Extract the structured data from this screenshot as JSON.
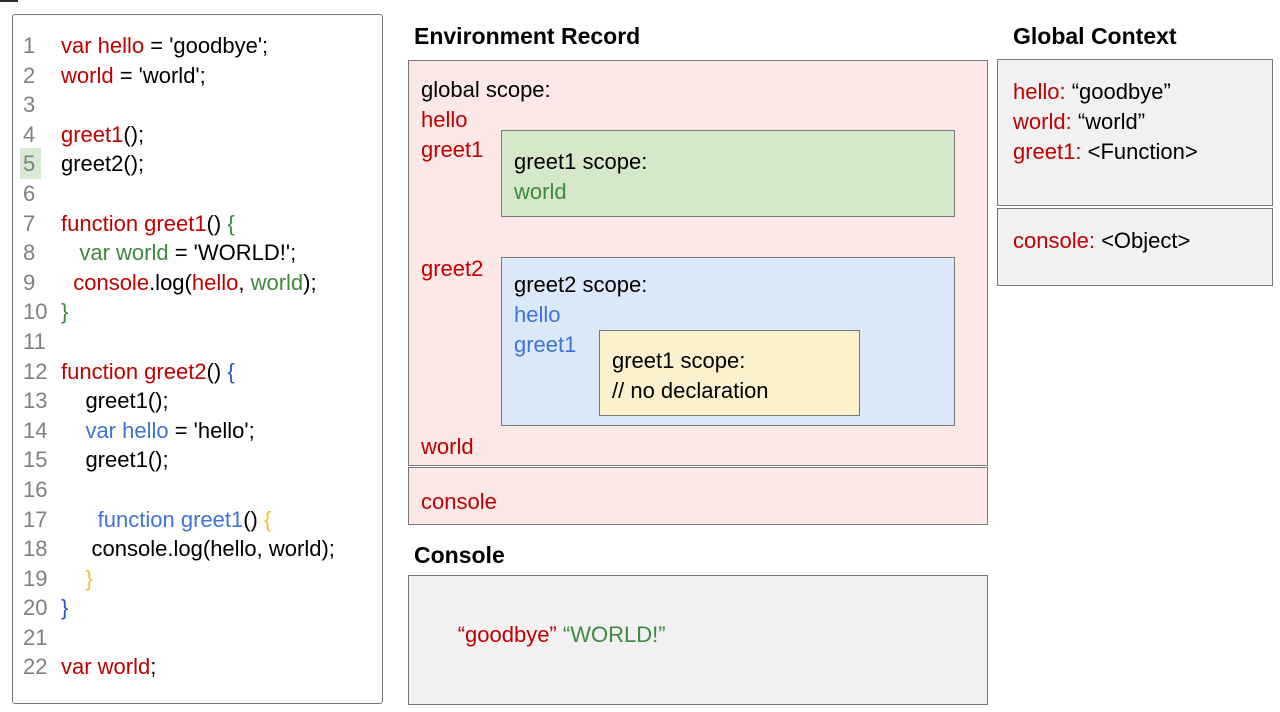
{
  "palette": {
    "red": "#c00000",
    "green": "#3c8a3c",
    "blue": "#3e74d8",
    "blue_brace": "#2a52c8",
    "gold": "#f1c232",
    "code_black": "#000000",
    "line_number_gray": "#808080",
    "line_highlight": "#d9ead3",
    "pink_bg": "#fce8e6",
    "green_bg": "#d5e8ca",
    "blue_bg": "#dbe8f9",
    "yellow_bg": "#fcf0cd",
    "gray_bg": "#f1f1f2",
    "box_border": "#777777"
  },
  "editor": {
    "highlighted_line_num": "5",
    "lines": [
      {
        "num": "1",
        "tokens": [
          {
            "t": "var hello",
            "c": "red"
          },
          {
            "t": " = 'goodbye';",
            "c": "k"
          }
        ]
      },
      {
        "num": "2",
        "tokens": [
          {
            "t": "world",
            "c": "red"
          },
          {
            "t": " = 'world';",
            "c": "k"
          }
        ]
      },
      {
        "num": "3",
        "tokens": []
      },
      {
        "num": "4",
        "tokens": [
          {
            "t": "greet1",
            "c": "red"
          },
          {
            "t": "();",
            "c": "k"
          }
        ]
      },
      {
        "num": "5",
        "tokens": [
          {
            "t": "greet2();",
            "c": "k"
          }
        ]
      },
      {
        "num": "6",
        "tokens": []
      },
      {
        "num": "7",
        "tokens": [
          {
            "t": "function greet1",
            "c": "red"
          },
          {
            "t": "() ",
            "c": "k"
          },
          {
            "t": "{",
            "c": "green"
          }
        ]
      },
      {
        "num": "8",
        "tokens": [
          {
            "t": "   var world",
            "c": "green"
          },
          {
            "t": " = 'WORLD!';",
            "c": "k"
          }
        ]
      },
      {
        "num": "9",
        "tokens": [
          {
            "t": "  console",
            "c": "red"
          },
          {
            "t": ".log(",
            "c": "k"
          },
          {
            "t": "hello",
            "c": "red"
          },
          {
            "t": ", ",
            "c": "k"
          },
          {
            "t": "world",
            "c": "green"
          },
          {
            "t": ");",
            "c": "k"
          }
        ]
      },
      {
        "num": "10",
        "tokens": [
          {
            "t": "}",
            "c": "green"
          }
        ]
      },
      {
        "num": "11",
        "tokens": []
      },
      {
        "num": "12",
        "tokens": [
          {
            "t": "function greet2",
            "c": "red"
          },
          {
            "t": "() ",
            "c": "k"
          },
          {
            "t": "{",
            "c": "blue_brace"
          }
        ]
      },
      {
        "num": "13",
        "tokens": [
          {
            "t": "    greet1();",
            "c": "k"
          }
        ]
      },
      {
        "num": "14",
        "tokens": [
          {
            "t": "    var hello",
            "c": "blue"
          },
          {
            "t": " = 'hello';",
            "c": "k"
          }
        ]
      },
      {
        "num": "15",
        "tokens": [
          {
            "t": "    greet1();",
            "c": "k"
          }
        ]
      },
      {
        "num": "16",
        "tokens": []
      },
      {
        "num": "17",
        "tokens": [
          {
            "t": "      function greet1",
            "c": "blue"
          },
          {
            "t": "() ",
            "c": "k"
          },
          {
            "t": "{",
            "c": "gold"
          }
        ]
      },
      {
        "num": "18",
        "tokens": [
          {
            "t": "     console.log(hello, world);",
            "c": "k"
          }
        ]
      },
      {
        "num": "19",
        "tokens": [
          {
            "t": "    }",
            "c": "gold"
          }
        ]
      },
      {
        "num": "20",
        "tokens": [
          {
            "t": "}",
            "c": "blue_brace"
          }
        ]
      },
      {
        "num": "21",
        "tokens": []
      },
      {
        "num": "22",
        "tokens": [
          {
            "t": "var world",
            "c": "red"
          },
          {
            "t": ";",
            "c": "k"
          }
        ]
      }
    ]
  },
  "environment_record": {
    "title": "Environment Record",
    "global_scope_label": "global scope:",
    "global_vars_top": [
      "hello",
      "greet1"
    ],
    "greet1_scope": {
      "label": "greet1 scope:",
      "vars": [
        "world"
      ]
    },
    "greet2_label": "greet2",
    "greet2_scope": {
      "label": "greet2 scope:",
      "vars": [
        "hello",
        "greet1"
      ],
      "inner_scope": {
        "label": "greet1 scope:",
        "comment": "// no declaration"
      }
    },
    "world_label": "world",
    "console_label": "console"
  },
  "global_context": {
    "title": "Global Context",
    "entries": [
      {
        "name": "hello:",
        "value": "“goodbye”"
      },
      {
        "name": "world:",
        "value": "“world”"
      },
      {
        "name": "greet1:",
        "value": "<Function>"
      }
    ],
    "console_entry": {
      "name": "console:",
      "value": "<Object>"
    }
  },
  "console_panel": {
    "title": "Console",
    "output": [
      {
        "t": "“goodbye”",
        "c": "red"
      },
      {
        "t": " “WORLD!”",
        "c": "green"
      }
    ]
  }
}
